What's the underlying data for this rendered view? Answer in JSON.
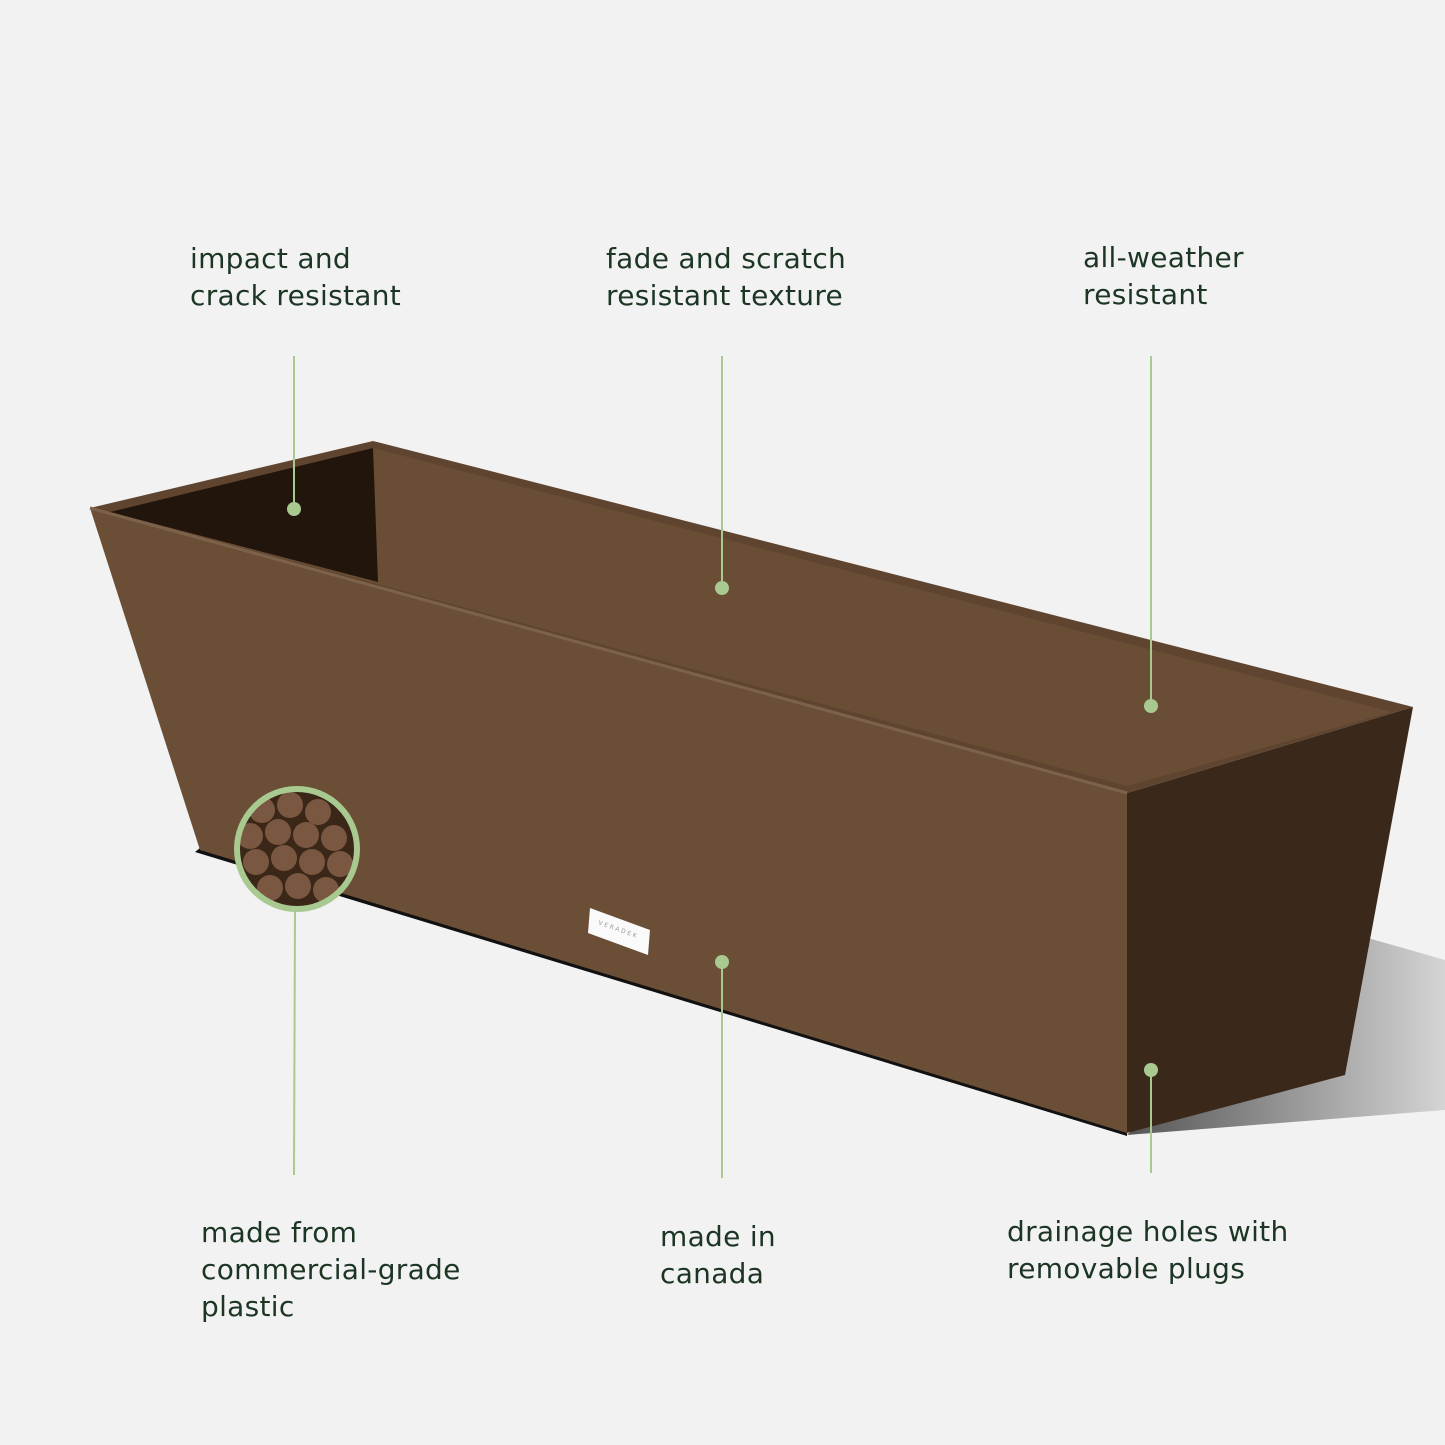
{
  "features": {
    "top_left": "impact and\ncrack resistant",
    "top_center": "fade and scratch\nresistant texture",
    "top_right": "all-weather\nresistant",
    "bottom_left": "made from\ncommercial-grade\nplastic",
    "bottom_center": "made in\ncanada",
    "bottom_right": "drainage holes with\nremovable plugs"
  },
  "product": {
    "brand_tag": "VERADEK",
    "color": "#6b4e36"
  },
  "colors": {
    "text": "#1d3624",
    "callout": "#a8c98f",
    "background": "#f2f2f2"
  }
}
